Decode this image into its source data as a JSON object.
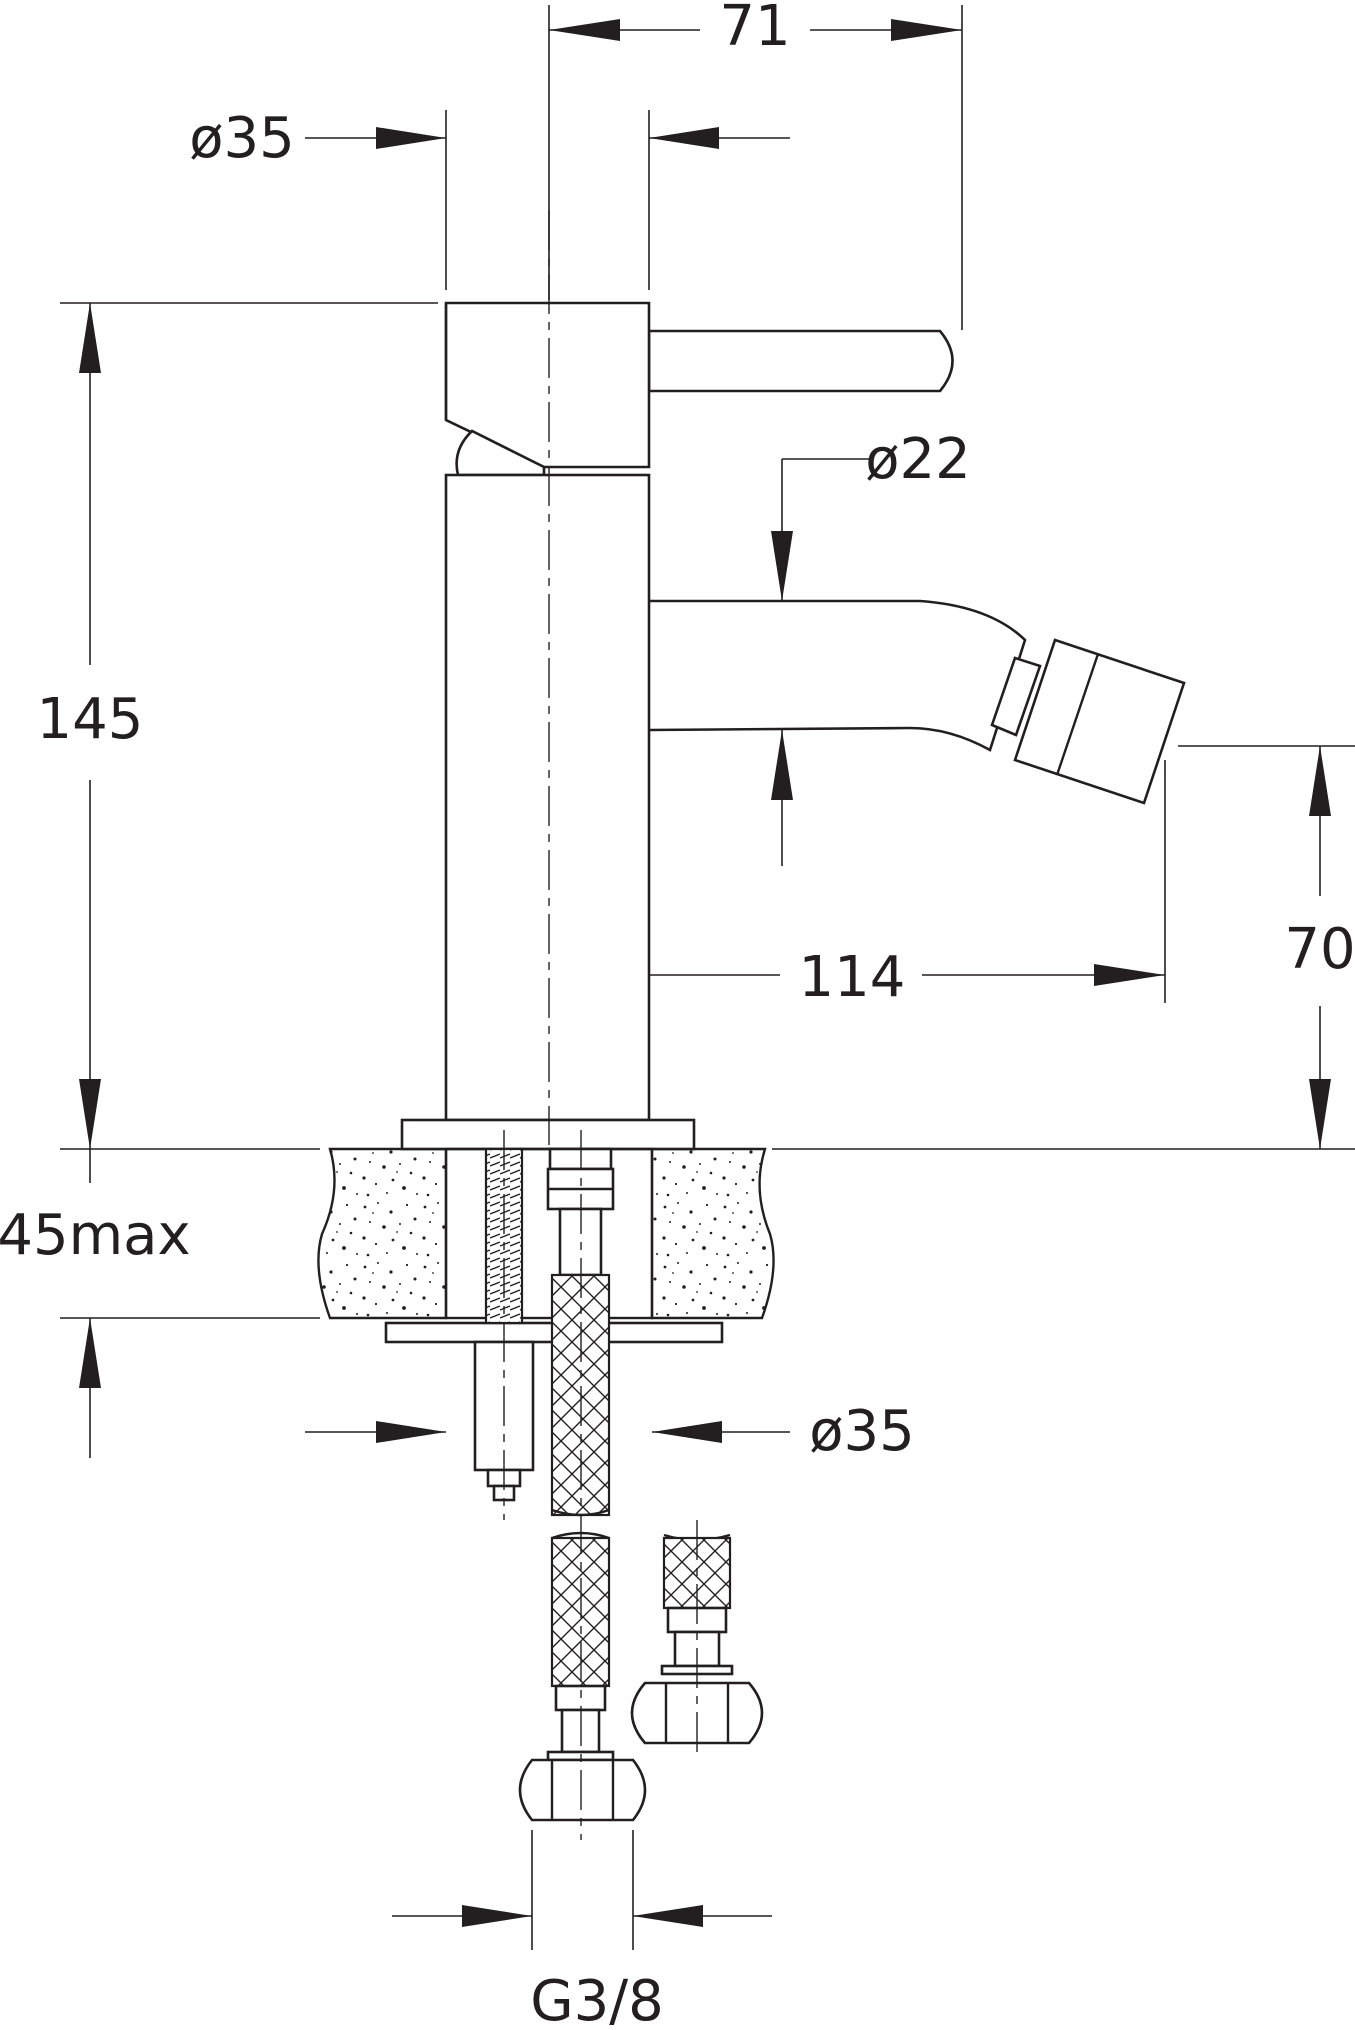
{
  "dimensions": {
    "lever_reach": "71",
    "body_diameter_top": "ø35",
    "spout_diameter": "ø22",
    "total_height": "145",
    "spout_reach": "114",
    "spout_height": "70",
    "max_deck_thickness": "45max",
    "base_diameter": "ø35",
    "connection_thread": "G3/8"
  },
  "colors": {
    "line": "#231f20",
    "background": "#ffffff"
  }
}
